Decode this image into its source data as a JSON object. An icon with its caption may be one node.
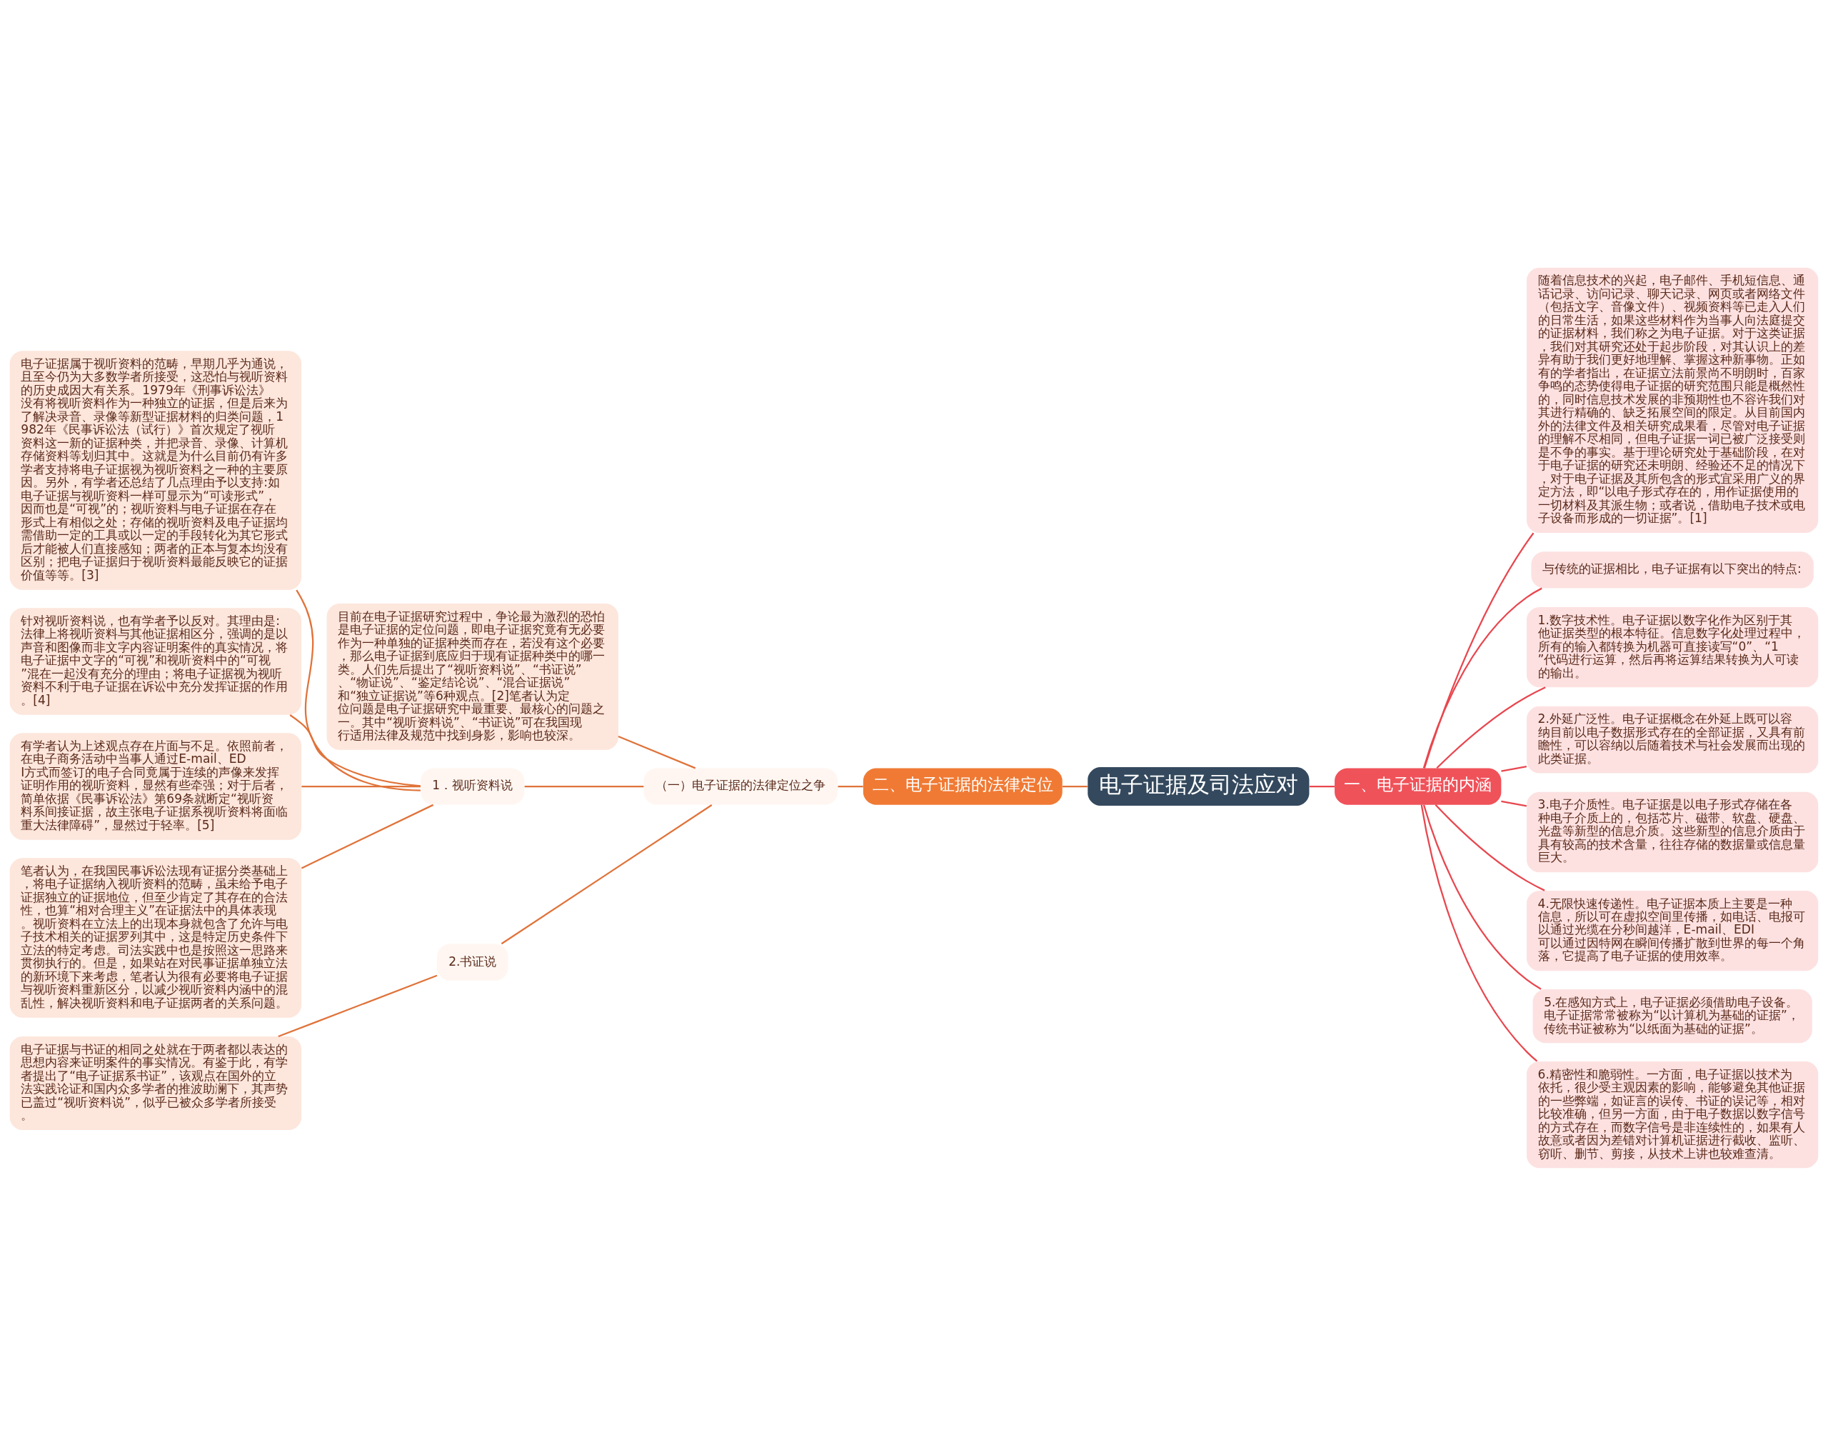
{
  "diagram": {
    "nodes": [
      {
        "text": [
          "电子证据及司法应对"
        ]
      },
      {
        "text": [
          "一、电子证据的内涵"
        ]
      },
      {
        "text": [
          "随着信息技术的兴起，电子邮件、手机短信息、通话记录、访问记录、聊天记录、网页或者网络文件（包括文字、音像文件）、视频资料等已走入人们的日常生活，如果这些材料作为当事人向法庭提交的证据材料，我们称之为电子证据。对于这类证据，我们对其研究还处于起步阶段，对其认识上的差异有助于我们更好地理解、掌握这种新事物。正如有的学者指出，在证据立法前景尚不明朗时，百家争鸣的态势使得电子证据的研究范围只能是概然性的，同时信息技术发展的非预期性也不容许我们对其进行精确的、缺乏拓展空间的限定。从目前国内外的法律文件及相关研究成果看，尽管对电子证据的理解不尽相同，但电子证据一词已被广泛接受则是不争的事实。基于理论研究处于基础阶段，在对于电子证据的研究还未明朗、经验还不足的情况下，对于电子证据及其所包含的形式宜采用广义的界定方法，即“以电子形式存在的，用作证据使用的一切材料及其派生物；或者说，借助电子技术或电子设备而形成的一切证据”。[1]"
        ]
      },
      {
        "text": [
          "与传统的证据相比，电子证据有以下突出的特点:"
        ]
      },
      {
        "text": [
          "1.数字技术性。电子证据以数字化作为区别于其他证据类型的根本特征。信息数字化处理过程中，所有的输入都转换为机器可直接读写“0”、“1”代码进行运算，然后再将运算结果转换为人可读的输出。"
        ]
      },
      {
        "text": [
          "2.外延广泛性。电子证据概念在外延上既可以容纳目前以电子数据形式存在的全部证据，又具有前瞻性，可以容纳以后随着技术与社会发展而出现的此类证据。"
        ]
      },
      {
        "text": [
          "3.电子介质性。电子证据是以电子形式存储在各种电子介质上的，包括芯片、磁带、软盘、硬盘、光盘等新型的信息介质。这些新型的信息介质由于具有较高的技术含量，往往存储的数据量或信息量巨大。"
        ]
      },
      {
        "text": [
          "4.无限快速传递性。电子证据本质上主要是一种信息，所以可在虚拟空间里传播，如电话、电报可以通过光缆在分秒间越洋，E-mail、EDI可以通过因特网在瞬间传播扩散到世界的每一个角落，它提高了电子证据的使用效率。"
        ]
      },
      {
        "text": [
          "5.在感知方式上，电子证据必须借助电子设备。电子证据常常被称为“以计算机为基础的证据”，传统书证被称为“以纸面为基础的证据”。"
        ]
      },
      {
        "text": [
          "6.精密性和脆弱性。一方面，电子证据以技术为依托，很少受主观因素的影响，能够避免其他证据的一些弊端，如证言的误传、书证的误记等，相对比较准确，但另一方面，由于电子数据以数字信号的方式存在，而数字信号是非连续性的，如果有人故意或者因为差错对计算机证据进行截收、监听、窃听、删节、剪接，从技术上讲也较难查清。"
        ]
      },
      {
        "text": [
          "二、电子证据的法律定位"
        ]
      },
      {
        "text": [
          "（一）电子证据的法律定位之争"
        ]
      },
      {
        "text": [
          "目前在电子证据研究过程中，争论最为激烈的恐怕是电子证据的定位问题，即电子证据究竟有无必要作为一种单独的证据种类而存在，若没有这个必要，那么电子证据到底应归于现有证据种类中的哪一类。人们先后提出了“视听资料说”、“书证说”、“物证说”、“鉴定结论说”、“混合证据说”和“独立证据说”等6种观点。[2]笔者认为定位问题是电子证据研究中最重要、最核心的问题之一。其中“视听资料说”、“书证说”可在我国现行适用法律及规范中找到身影，影响也较深。"
        ]
      },
      {
        "text": [
          "1．视听资料说"
        ]
      },
      {
        "text": [
          "电子证据属于视听资料的范畴，早期几乎为通说，且至今仍为大多数学者所接受，这恐怕与视听资料的历史成因大有关系。1979年《刑事诉讼法》没有将视听资料作为一种独立的证据，但是后来为了解决录音、录像等新型证据材料的归类问题，1982年《民事诉讼法（试行）》首次规定了视听资料这一新的证据种类，并把录音、录像、计算机存储资料等划归其中。这就是为什么目前仍有许多学者支持将电子证据视为视听资料之一种的主要原因。另外，有学者还总结了几点理由予以支持:如电子证据与视听资料一样可显示为“可读形式”，因而也是“可视”的；视听资料与电子证据在存在形式上有相似之处；存储的视听资料及电子证据均需借助一定的工具或以一定的手段转化为其它形式后才能被人们直接感知；两者的正本与复本均没有区别；把电子证据归于视听资料最能反映它的证据价值等等。[3]"
        ]
      },
      {
        "text": [
          "针对视听资料说，也有学者予以反对。其理由是:法律上将视听资料与其他证据相区分，强调的是以声音和图像而非文字内容证明案件的真实情况，将电子证据中文字的“可视”和视听资料中的“可视”混在一起没有充分的理由；将电子证据视为视听资料不利于电子证据在诉讼中充分发挥证据的作用。[4]"
        ]
      },
      {
        "text": [
          "有学者认为上述观点存在片面与不足。依照前者，在电子商务活动中当事人通过E-mail、EDI方式而签订的电子合同竟属于连续的声像来发挥证明作用的视听资料，显然有些牵强；对于后者，简单依据《民事诉讼法》第69条就断定“视听资料系间接证据，故主张电子证据系视听资料将面临重大法律障碍”，显然过于轻率。[5]"
        ]
      },
      {
        "text": [
          "笔者认为，在我国民事诉讼法现有证据分类基础上，将电子证据纳入视听资料的范畴，虽未给予电子证据独立的证据地位，但至少肯定了其存在的合法性，也算“相对合理主义”在证据法中的具体表现。视听资料在立法上的出现本身就包含了允许与电子技术相关的证据罗列其中，这是特定历史条件下立法的特定考虑。司法实践中也是按照这一思路来贯彻执行的。但是，如果站在对民事证据单独立法的新环境下来考虑，笔者认为很有必要将电子证据与视听资料重新区分，以减少视听资料内涵中的混乱性，解决视听资料和电子证据两者的关系问题。"
        ]
      },
      {
        "text": [
          "2.书证说"
        ]
      },
      {
        "text": [
          "电子证据与书证的相同之处就在于两者都以表达的思想内容来证明案件的事实情况。有鉴于此，有学者提出了“电子证据系书证”，该观点在国外的立法实践论证和国内众多学者的推波助澜下，其声势已盖过“视听资料说”，似乎已被众多学者所接受。"
        ]
      }
    ],
    "edges": [
      {
        "from": 0,
        "to": 1,
        "arrow": "none",
        "color": "#e8474f"
      },
      {
        "from": 1,
        "to": 2,
        "arrow": "none",
        "color": "#e8474f"
      },
      {
        "from": 1,
        "to": 3,
        "arrow": "none",
        "color": "#e8474f"
      },
      {
        "from": 1,
        "to": 4,
        "arrow": "none",
        "color": "#e8474f"
      },
      {
        "from": 1,
        "to": 5,
        "arrow": "none",
        "color": "#e8474f"
      },
      {
        "from": 1,
        "to": 6,
        "arrow": "none",
        "color": "#e8474f"
      },
      {
        "from": 1,
        "to": 7,
        "arrow": "none",
        "color": "#e8474f"
      },
      {
        "from": 1,
        "to": 8,
        "arrow": "none",
        "color": "#e8474f"
      },
      {
        "from": 1,
        "to": 9,
        "arrow": "none",
        "color": "#e8474f"
      },
      {
        "from": 0,
        "to": 10,
        "arrow": "none"
      },
      {
        "from": 10,
        "to": 11,
        "arrow": "none"
      },
      {
        "from": 11,
        "to": 12,
        "arrow": "none"
      },
      {
        "from": 11,
        "to": 13,
        "arrow": "none"
      },
      {
        "from": 13,
        "to": 14,
        "arrow": "none"
      },
      {
        "from": 13,
        "to": 15,
        "arrow": "none"
      },
      {
        "from": 13,
        "to": 16,
        "arrow": "none"
      },
      {
        "from": 13,
        "to": 17,
        "arrow": "none"
      },
      {
        "from": 11,
        "to": 18,
        "arrow": "none"
      },
      {
        "from": 18,
        "to": 19,
        "arrow": "none"
      }
    ]
  }
}
